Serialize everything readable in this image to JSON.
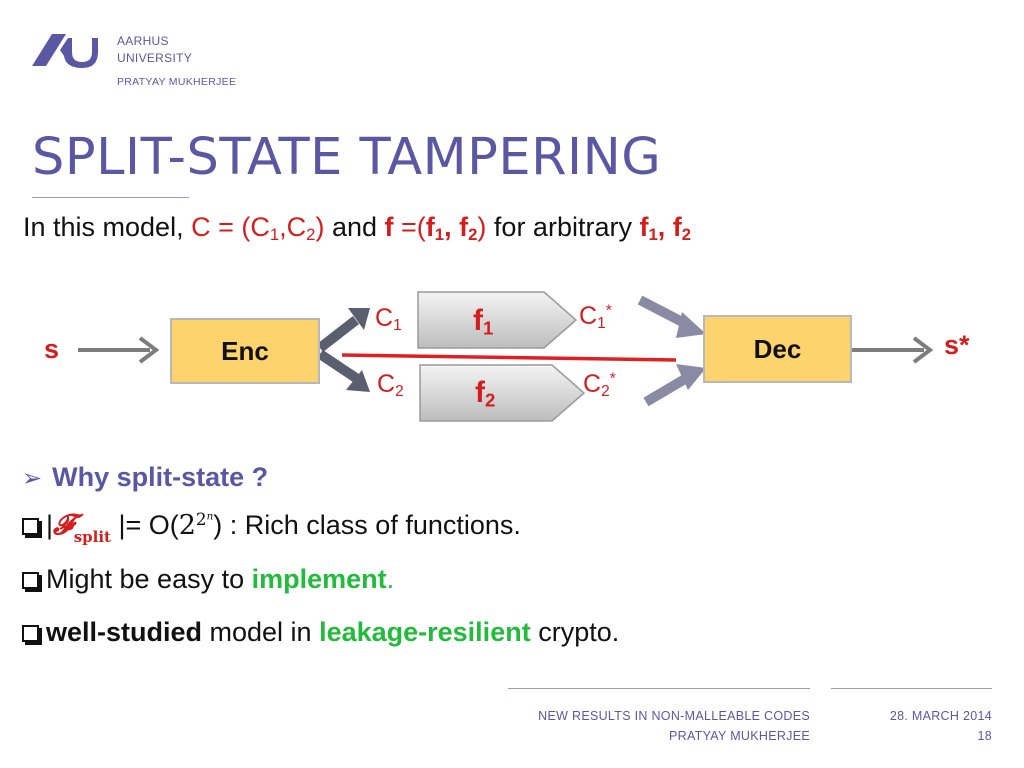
{
  "header": {
    "university_line1": "AARHUS",
    "university_line2": "UNIVERSITY",
    "author": "PRATYAY MUKHERJEE"
  },
  "slide": {
    "title": "SPLIT-STATE TAMPERING",
    "intro": {
      "prefix": "In this model, ",
      "c_eq": "C = (C",
      "c1_sub": "1",
      "comma": ",C",
      "c2_sub": "2",
      "close": ")",
      "and": " and ",
      "f": "f",
      "f_eq": " =(",
      "f1": "f",
      "f1_sub": "1",
      "f_comma": ", f",
      "f2_sub": "2",
      "f_close": ")",
      "for_arbitrary": " for arbitrary ",
      "g1": "f",
      "g1_sub": "1",
      "g_comma": ", f",
      "g2_sub": "2"
    }
  },
  "diagram": {
    "input": "s",
    "encoder": "Enc",
    "decoder": "Dec",
    "output": "s*",
    "c1": "C",
    "c1_sub": "1",
    "c2": "C",
    "c2_sub": "2",
    "c1_star": "C",
    "c1_star_sub": "1",
    "c1_star_sup": "*",
    "c2_star": "C",
    "c2_star_sub": "2",
    "c2_star_sup": "*",
    "f1": "f",
    "f1_sub": "1",
    "f2": "f",
    "f2_sub": "2"
  },
  "bullets": {
    "why": {
      "marker": "➢",
      "text": "Why split-state ?"
    },
    "b1": {
      "open": "|",
      "script_f": "𝓕",
      "sub": "split",
      "mid": " |= O(",
      "base": "2",
      "exp_base": "2",
      "exp_n": "n",
      "close": ")",
      "rest": " : Rich class of functions."
    },
    "b2": {
      "pre": "Might be easy to ",
      "highlight": "implement",
      "post": "."
    },
    "b3": {
      "bold": "well-studied",
      "mid": " model in ",
      "highlight": "leakage-resilient",
      "post": " crypto."
    }
  },
  "footer": {
    "talk_title": "NEW RESULTS IN NON-MALLEABLE CODES",
    "author": "PRATYAY MUKHERJEE",
    "date": "28. MARCH 2014",
    "page": "18"
  },
  "colors": {
    "brand_purple": "#5c57a2",
    "accent_red": "#d41e1e",
    "accent_green": "#22bb3c",
    "box_yellow": "#fdd36d"
  }
}
